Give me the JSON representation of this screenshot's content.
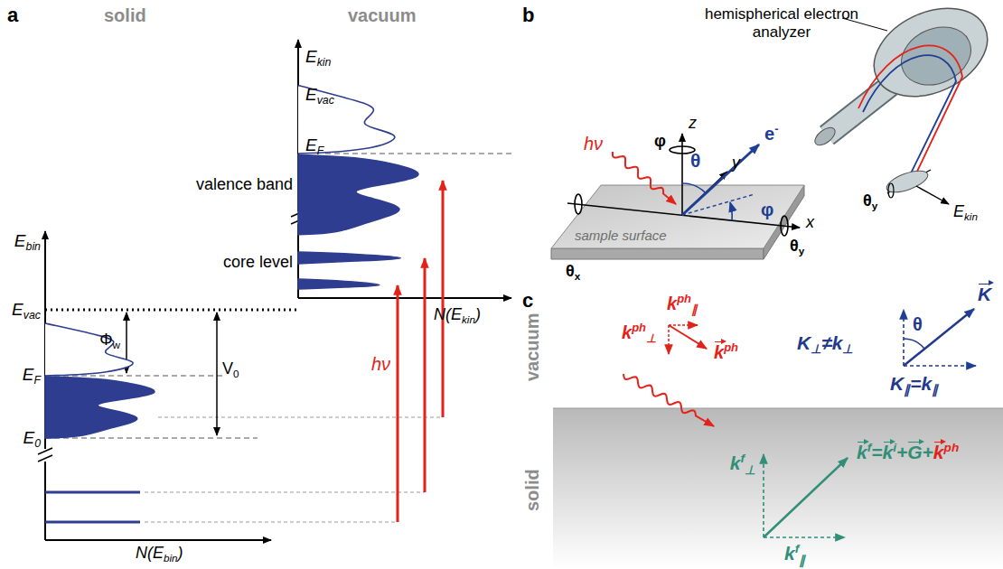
{
  "diagram": {
    "labels": [
      "a",
      "solid",
      "vacuum",
      "Ekin",
      "Evac",
      "EF",
      "valence band",
      "core level",
      "N(Ekin)",
      "Ebin",
      "Evac",
      "Φw",
      "V0",
      "EF",
      "E0",
      "hν",
      "N(Ebin)",
      "b",
      "hemispherical electron analyzer",
      "hν",
      "z",
      "φ",
      "θ",
      "e-",
      "y",
      "φ",
      "θy",
      "Ekin",
      "x",
      "θy",
      "θx",
      "sample surface",
      "c",
      "vacuum",
      "solid",
      "kph∥",
      "kph⊥",
      "kph",
      "K⊥≠k⊥",
      "θ",
      "K",
      "K∥=k∥",
      "kf⊥",
      "kf=ki+G+kph",
      "kf∥"
    ]
  }
}
